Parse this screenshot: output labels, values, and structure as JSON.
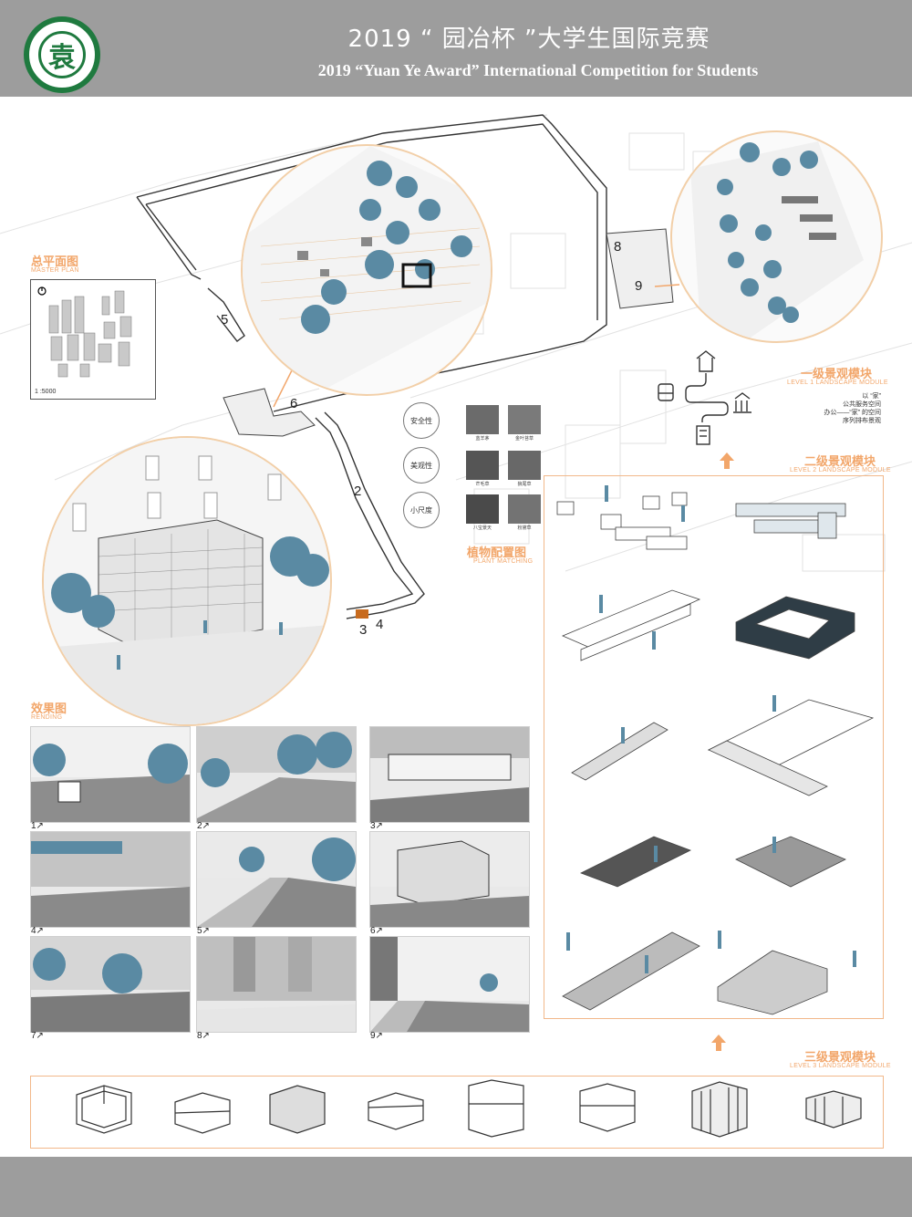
{
  "header": {
    "logo_glyph": "袁",
    "title_cn": "2019 “ 园冶杯 ”大学生国际竞赛",
    "title_en": "2019 “Yuan Ye Award” International Competition for  Students"
  },
  "master_plan": {
    "title": "总平面图",
    "subtitle": "MASTER PLAN",
    "scale": "1 :5000"
  },
  "site_numbers": [
    "2",
    "3",
    "4",
    "5",
    "6",
    "8",
    "9"
  ],
  "level1": {
    "title": "一级景观模块",
    "subtitle": "LEVEL 1 LANDSCAPE MODULE",
    "lines": [
      "以 “家”",
      "公共服务空间",
      "办公——“家” 的空间",
      "序列排布景观"
    ]
  },
  "level2": {
    "title": "二级景观模块",
    "subtitle": "LEVEL 2 LANDSCAPE MODULE"
  },
  "level3": {
    "title": "三级景观模块",
    "subtitle": "LEVEL 3 LANDSCAPE MODULE"
  },
  "plant": {
    "title": "植物配置图",
    "subtitle": "PLANT  MATCHING",
    "criteria": [
      "安全性",
      "美观性",
      "小尺度"
    ],
    "species": [
      "蓝羊茅",
      "金叶苔草",
      "芒毛草",
      "狼尾草",
      "八宝景天",
      "粉黛草"
    ]
  },
  "rendering": {
    "title": "效果图",
    "subtitle": "RENDING",
    "labels": [
      "1↗",
      "2↗",
      "3↗",
      "4↗",
      "5↗",
      "6↗",
      "7↗",
      "8↗",
      "9↗"
    ]
  },
  "colors": {
    "header_gray": "#9d9d9d",
    "accent_orange": "#f2a66a",
    "logo_green": "#1f7a3f",
    "tree_blue": "#5a8aa3"
  }
}
